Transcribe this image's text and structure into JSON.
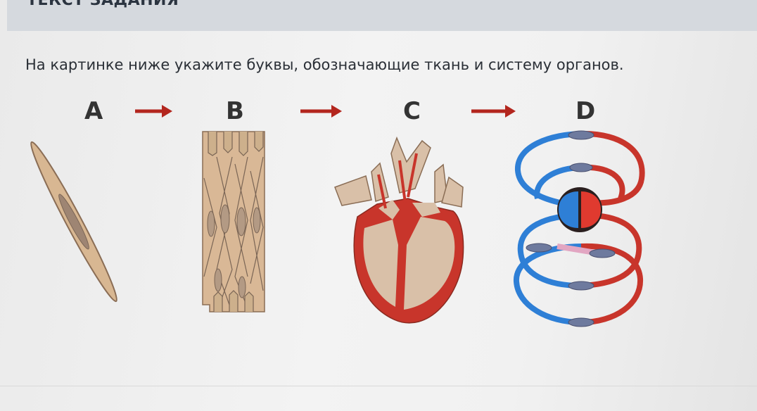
{
  "header": {
    "title": "ТЕКСТ ЗАДАНИЯ"
  },
  "task": {
    "instruction": "На картинке ниже укажите буквы, обозначающие ткань и систему органов."
  },
  "figure": {
    "labels": [
      "A",
      "B",
      "C",
      "D"
    ],
    "arrow_color": "#b3261e",
    "arteries_color": "#c8352b",
    "veins_color": "#2e7fd6",
    "tissue_color": "#d9b896"
  }
}
